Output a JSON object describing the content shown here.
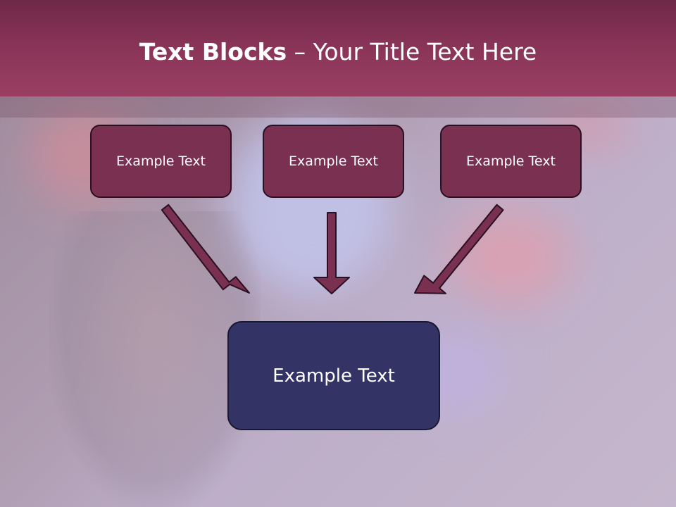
{
  "title": {
    "bold": "Text Blocks",
    "rest": " – Your Title Text Here"
  },
  "boxes": {
    "left": "Example Text",
    "center": "Example Text",
    "right": "Example Text",
    "bottom": "Example Text"
  },
  "colors": {
    "header": "#8a3558",
    "box_top_fill": "#7a3050",
    "box_bottom_fill": "#333366",
    "arrow": "#7a3050"
  }
}
